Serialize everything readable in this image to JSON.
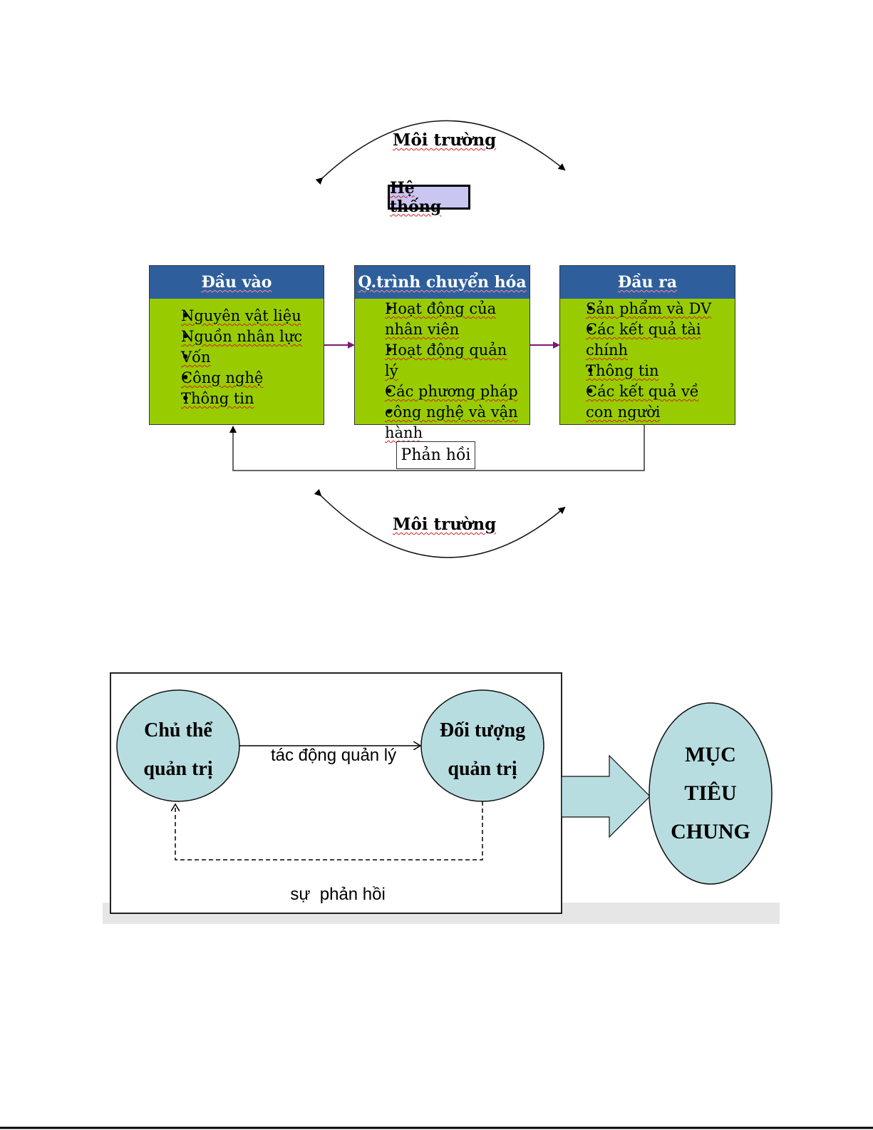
{
  "diagram1": {
    "environment_top": "Môi trường",
    "environment_bottom": "Môi trường",
    "system": "Hệ thống",
    "stages": [
      {
        "title": "Đầu vào",
        "items": [
          "Nguyên vật liệu",
          "Nguồn nhân lực",
          "Vốn",
          "Công nghệ",
          "Thông tin"
        ]
      },
      {
        "title": "Q.trình chuyển hóa",
        "items": [
          "Hoạt động của nhân viên",
          "Hoạt động quản lý",
          "Các phương pháp",
          "công nghệ và vận hành"
        ]
      },
      {
        "title": "Đầu ra",
        "items": [
          "Sản phẩm và DV",
          "Các kết quả tài chính",
          "Thông tin",
          "Các kết quả về con người"
        ]
      }
    ],
    "feedback": "Phản hồi",
    "colors": {
      "header": "#2e5f9c",
      "body": "#99cc00",
      "system_fill": "#c9c6f2",
      "flow_arrow": "#7a1a7a"
    }
  },
  "diagram2": {
    "subject": [
      "Chủ thể",
      "quản trị"
    ],
    "object": [
      "Đối tượng",
      "quản trị"
    ],
    "action": "tác động quản lý",
    "feedback": "sự  phản hồi",
    "goal": [
      "MỤC",
      "TIÊU",
      "CHUNG"
    ],
    "colors": {
      "circle_fill": "#b8dde0"
    }
  }
}
